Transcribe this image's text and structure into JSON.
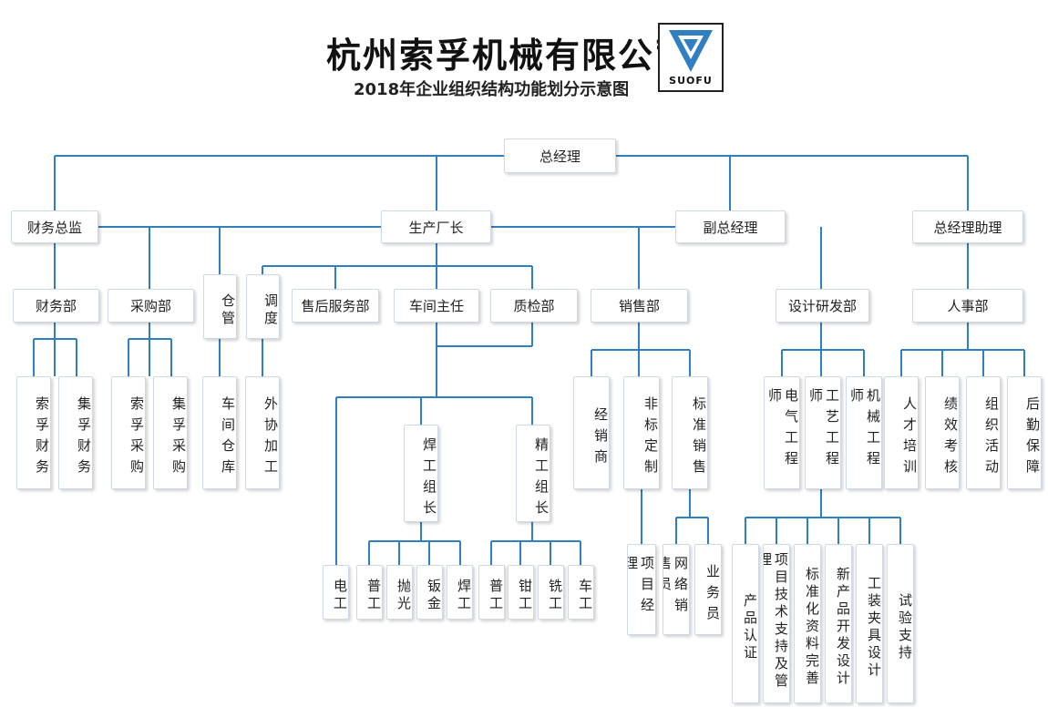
{
  "header": {
    "title": "杭州索孚机械有限公司",
    "subtitle": "2018年企业组织结构功能划分示意图",
    "logo_text": "SUOFU",
    "logo_color": "#2f7fc1"
  },
  "colors": {
    "line": "#2f7fc1",
    "border": "#cfd9e6"
  },
  "nodes": {
    "gm": "总经理",
    "finance_director": "财务总监",
    "plant_manager": "生产厂长",
    "deputy_gm": "副总经理",
    "gm_assistant": "总经理助理",
    "finance_dept": "财务部",
    "purchase_dept": "采购部",
    "warehouse": "仓管",
    "dispatch": "调度",
    "after_sales": "售后服务部",
    "workshop_director": "车间主任",
    "qc_dept": "质检部",
    "sales_dept": "销售部",
    "rd_dept": "设计研发部",
    "hr_dept": "人事部",
    "suofu_finance": "索孚财务",
    "jifu_finance": "集孚财务",
    "suofu_purchase": "索孚采购",
    "jifu_purchase": "集孚采购",
    "workshop_warehouse": "车间仓库",
    "outsourcing": "外协加工",
    "weld_leader": "焊工组长",
    "fitter_leader": "精工组长",
    "dealer": "经销商",
    "nonstandard": "非标定制",
    "standard_sales": "标准销售",
    "electrical_eng": "电气工程师",
    "process_eng": "工艺工程师",
    "mech_eng": "机械工程师",
    "training": "人才培训",
    "performance": "绩效考核",
    "org_activity": "组织活动",
    "logistics": "后勤保障",
    "electrician": "电工",
    "general_worker": "普工",
    "polisher": "抛光",
    "sheet_metal": "钣金",
    "welder": "焊工",
    "general_worker2": "普工",
    "grinder": "钳工",
    "miller": "铣工",
    "lathe": "车工",
    "project_manager": "项目经理",
    "online_sales": "网络销售员",
    "salesman": "业务员",
    "product_cert": "产品认证",
    "project_support": "项目技术支持及管理",
    "standard_prep": "标准化资料完善",
    "new_product": "新产品开发设计",
    "fixture_design": "工装夹具设计",
    "test_support": "试验支持"
  }
}
